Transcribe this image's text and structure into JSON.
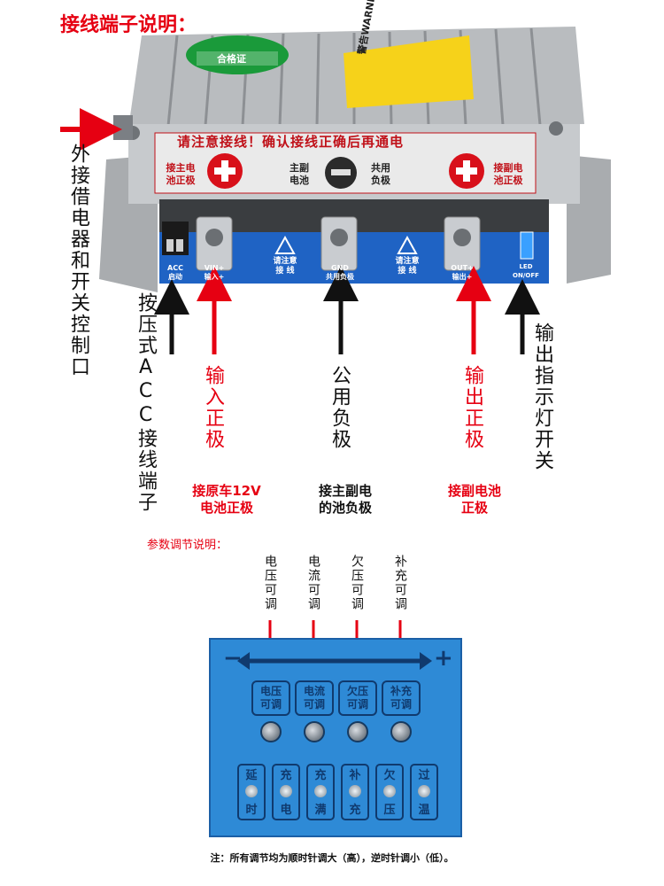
{
  "title": "接线端子说明：",
  "device": {
    "certificate": "合格证",
    "warning_sticker": "警告WARNI",
    "panel_notice": "请注意接线！确认接线正确后再通电",
    "left_panel_label": [
      "接主电",
      "池正极"
    ],
    "middle_panel_label": [
      "主副",
      "电池"
    ],
    "middle_panel_label2": [
      "共用",
      "负极"
    ],
    "right_panel_label": [
      "接副电",
      "池正极"
    ],
    "pcb": {
      "acc": [
        "ACC",
        "启动"
      ],
      "vin": [
        "VIN+",
        "输入+"
      ],
      "warn1": [
        "请注意",
        "接  线"
      ],
      "gnd": [
        "GND",
        "共用负极"
      ],
      "warn2": [
        "请注意",
        "接  线"
      ],
      "out": [
        "OUT+",
        "输出+"
      ],
      "led": [
        "LED",
        "ON/OFF"
      ]
    }
  },
  "annotations": {
    "external": "外接借电器和开关控制口",
    "acc": "按压式ACC接线端子",
    "input_positive": "输入正极",
    "common_negative": "公用负极",
    "output_positive": "输出正极",
    "indicator_switch": "输出指示灯开关"
  },
  "bottom_labels": {
    "left": [
      "接原车12V",
      "电池正极"
    ],
    "middle": [
      "接主副电",
      "的池负极"
    ],
    "right": [
      "接副电池",
      "正极"
    ]
  },
  "params": {
    "title": "参数调节说明：",
    "columns": [
      {
        "top_label": "电压可调",
        "box": [
          "电压",
          "可调"
        ]
      },
      {
        "top_label": "电流可调",
        "box": [
          "电流",
          "可调"
        ]
      },
      {
        "top_label": "欠压可调",
        "box": [
          "欠压",
          "可调"
        ]
      },
      {
        "top_label": "补充可调",
        "box": [
          "补充",
          "可调"
        ]
      }
    ],
    "minus": "−",
    "plus": "+",
    "leds": [
      [
        "延",
        "时"
      ],
      [
        "充",
        "电"
      ],
      [
        "充",
        "满"
      ],
      [
        "补",
        "充"
      ],
      [
        "欠",
        "压"
      ],
      [
        "过",
        "温"
      ]
    ]
  },
  "note": "注：所有调节均为顺时针调大（高），逆时针调小（低）。",
  "colors": {
    "accent_red": "#e60012",
    "panel_blue": "#2e8ad6",
    "pcb_blue": "#1f63c4",
    "casing_gray": "#b9bcbf"
  }
}
